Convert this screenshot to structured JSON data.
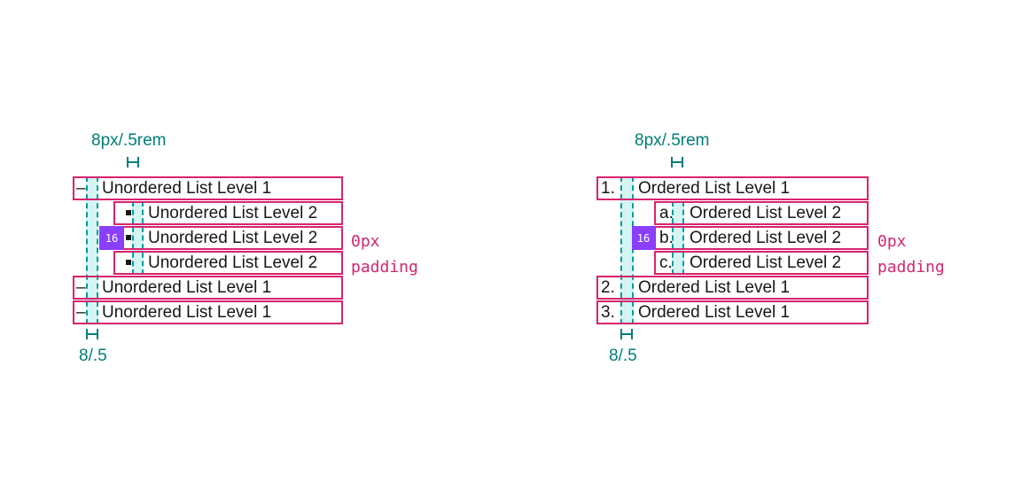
{
  "page": {
    "background": "#ffffff"
  },
  "colors": {
    "row_border": "#d6246e",
    "annotation_pink": "#d02670",
    "annotation_teal": "#007d79",
    "spacing_guide_fill": "#d5f5f3",
    "spacing_guide_dash": "#009d9a",
    "badge_background": "#8a3ffc",
    "badge_text": "#ffffff",
    "list_text": "#161616"
  },
  "annotations": {
    "top_spacing_label": "8px/.5rem",
    "bottom_spacing_label": "8/.5",
    "padding_label": {
      "line1": "0px",
      "line2": "padding"
    },
    "nested_spacing_badge": "16"
  },
  "groups": [
    {
      "name": "unordered-list",
      "rows": [
        {
          "level": 1,
          "marker": "–",
          "text": "Unordered List Level 1"
        },
        {
          "level": 2,
          "marker": "▪",
          "text": "Unordered List Level 2"
        },
        {
          "level": 2,
          "marker": "▪",
          "text": "Unordered List Level 2"
        },
        {
          "level": 2,
          "marker": "▪",
          "text": "Unordered List Level 2"
        },
        {
          "level": 1,
          "marker": "–",
          "text": "Unordered List Level 1"
        },
        {
          "level": 1,
          "marker": "–",
          "text": "Unordered List Level 1"
        }
      ]
    },
    {
      "name": "ordered-list",
      "rows": [
        {
          "level": 1,
          "marker": "1.",
          "text": "Ordered List Level 1"
        },
        {
          "level": 2,
          "marker": "a.",
          "text": "Ordered List Level 2"
        },
        {
          "level": 2,
          "marker": "b.",
          "text": "Ordered List Level 2"
        },
        {
          "level": 2,
          "marker": "c.",
          "text": "Ordered List Level 2"
        },
        {
          "level": 1,
          "marker": "2.",
          "text": "Ordered List Level 1"
        },
        {
          "level": 1,
          "marker": "3.",
          "text": "Ordered List Level 1"
        }
      ]
    }
  ]
}
